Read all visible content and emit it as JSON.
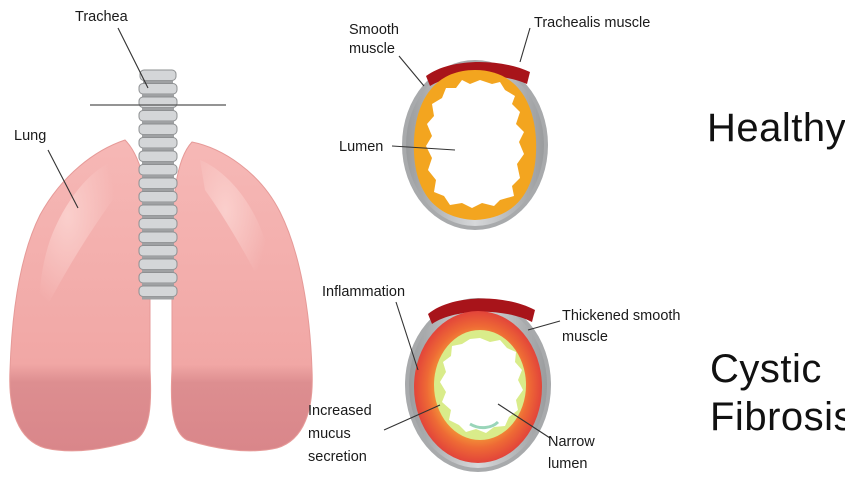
{
  "labels": {
    "trachea": "Trachea",
    "lung": "Lung",
    "smooth_muscle": "Smooth\nmuscle",
    "trachealis_muscle": "Trachealis muscle",
    "lumen": "Lumen",
    "inflammation": "Inflammation",
    "thickened_smooth_muscle": "Thickened smooth\nmuscle",
    "increased_mucus_secretion": "Increased\nmucus\nsecretion",
    "narrow_lumen": "Narrow\nlumen"
  },
  "headings": {
    "healthy": "Healthy",
    "cystic_fibrosis": "Cystic\nFibrosis"
  },
  "colors": {
    "lung_pink": "#f2aaa8",
    "lung_dark": "#d9888a",
    "cartilage_gray": "#b4b6b8",
    "trachealis_red": "#a8141a",
    "smooth_muscle_orange": "#f3a51f",
    "inflammation_red": "#e8473a",
    "mucus_yellow": "#d9ec8a"
  }
}
